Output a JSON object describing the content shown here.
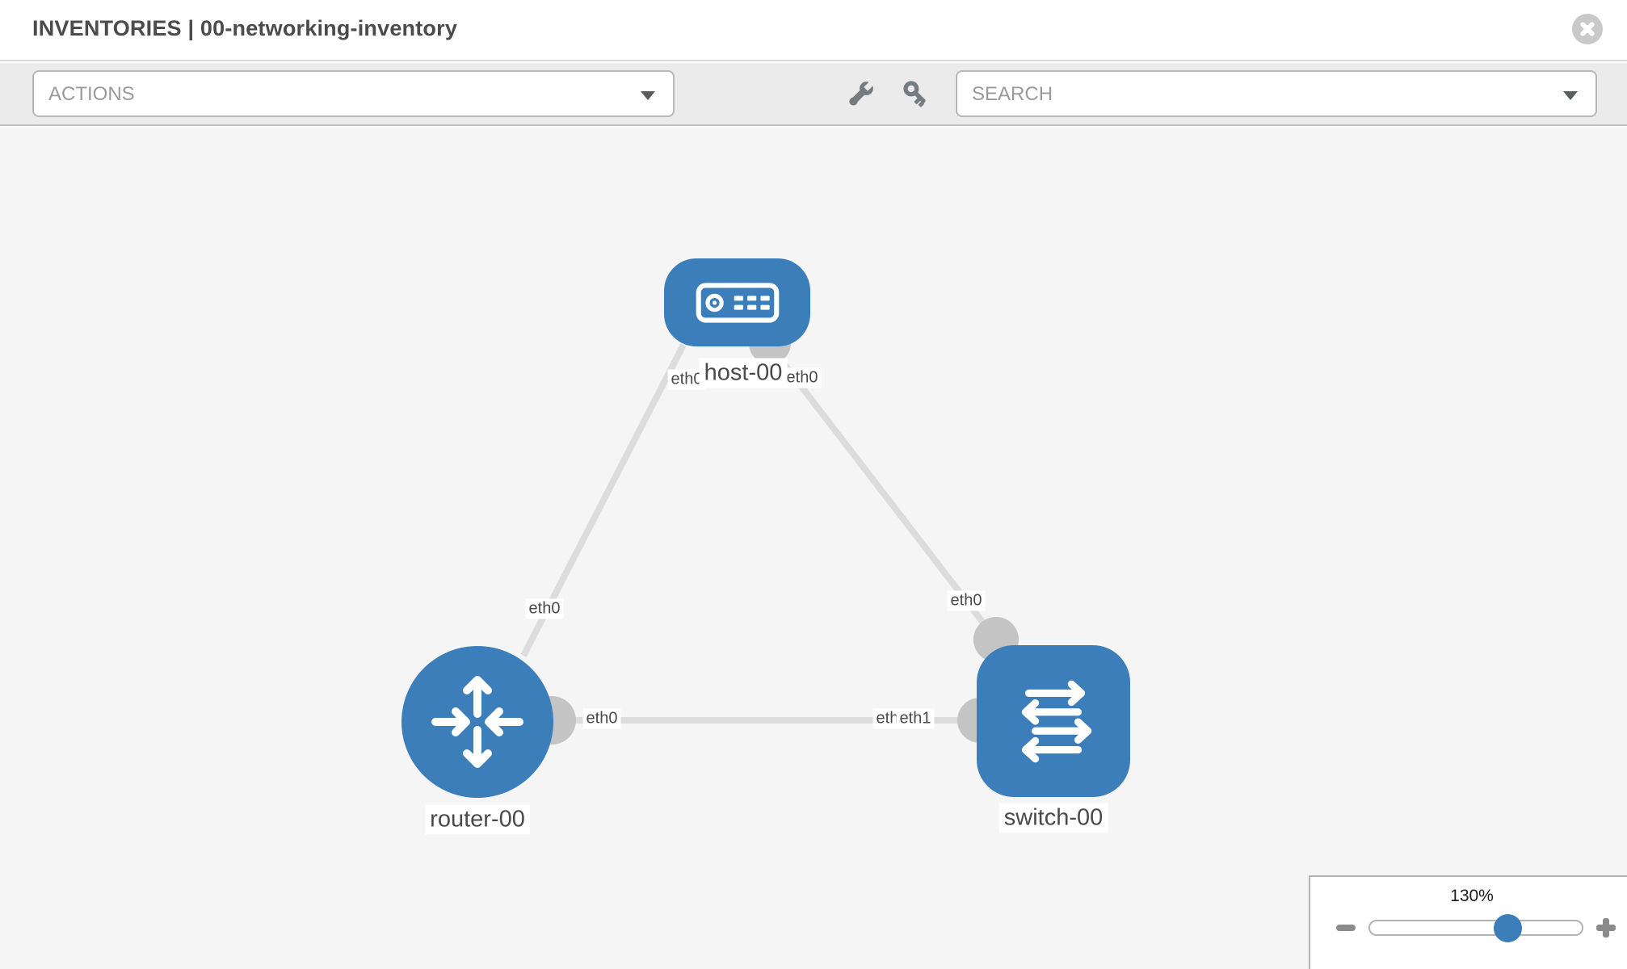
{
  "header": {
    "title": "INVENTORIES | 00-networking-inventory"
  },
  "toolbar": {
    "actions_label": "ACTIONS",
    "search_label": "SEARCH"
  },
  "topology": {
    "nodes": {
      "host": {
        "label": "host-00",
        "type": "host"
      },
      "router": {
        "label": "router-00",
        "type": "router"
      },
      "switch": {
        "label": "switch-00",
        "type": "switch"
      }
    },
    "interfaces": {
      "host_to_router": "eth0",
      "host_to_switch": "eth0",
      "router_link_host_end": "eth0",
      "switch_link_host_end": "eth0",
      "router_to_switch": "eth0",
      "switch_to_router_hidden": "eth0",
      "switch_to_router": "eth1"
    },
    "links": [
      {
        "from": "host-00",
        "to": "router-00"
      },
      {
        "from": "host-00",
        "to": "switch-00"
      },
      {
        "from": "router-00",
        "to": "switch-00"
      }
    ]
  },
  "zoom_control": {
    "level": "130%"
  },
  "colors": {
    "node_blue": "#3b7eb9",
    "link_gray": "#dcdcdc",
    "interface_dot_gray": "#c4c4c4",
    "toolbar_bg": "#ebebeb",
    "canvas_bg": "#f5f5f6",
    "slider_thumb_blue": "#3b7eb9"
  }
}
